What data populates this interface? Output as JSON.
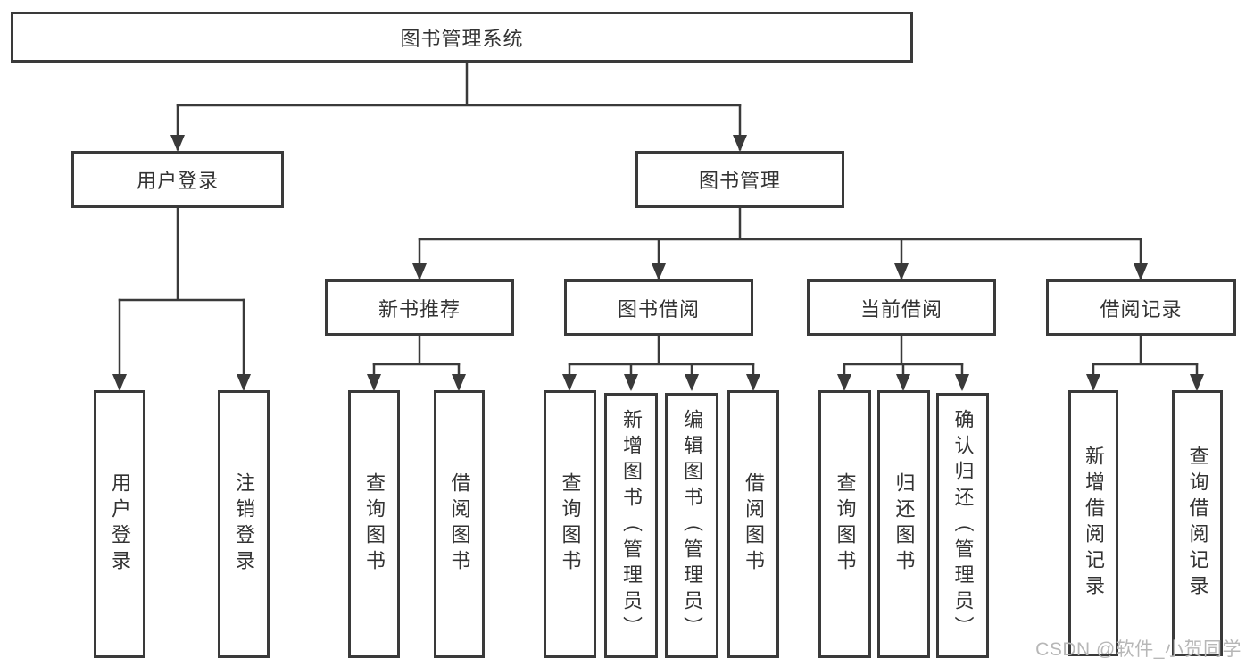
{
  "diagram_type": "tree",
  "tree": {
    "label": "图书管理系统",
    "children": [
      {
        "label": "用户登录",
        "children": [
          {
            "label": "用户登录"
          },
          {
            "label": "注销登录"
          }
        ]
      },
      {
        "label": "图书管理",
        "children": [
          {
            "label": "新书推荐",
            "children": [
              {
                "label": "查询图书"
              },
              {
                "label": "借阅图书"
              }
            ]
          },
          {
            "label": "图书借阅",
            "children": [
              {
                "label": "查询图书"
              },
              {
                "label": "新增图书（管理员）"
              },
              {
                "label": "编辑图书（管理员）"
              },
              {
                "label": "借阅图书"
              }
            ]
          },
          {
            "label": "当前借阅",
            "children": [
              {
                "label": "查询图书"
              },
              {
                "label": "归还图书"
              },
              {
                "label": "确认归还（管理员）"
              }
            ]
          },
          {
            "label": "借阅记录",
            "children": [
              {
                "label": "新增借阅记录"
              },
              {
                "label": "查询借阅记录"
              }
            ]
          }
        ]
      }
    ]
  },
  "watermark": {
    "text": "CSDN @软件_小贺同学"
  },
  "colors": {
    "line": "#3a3a3a",
    "box_border": "#3a3a3a",
    "text": "#333333",
    "watermark": "#b7b7b7",
    "background": "#ffffff"
  }
}
